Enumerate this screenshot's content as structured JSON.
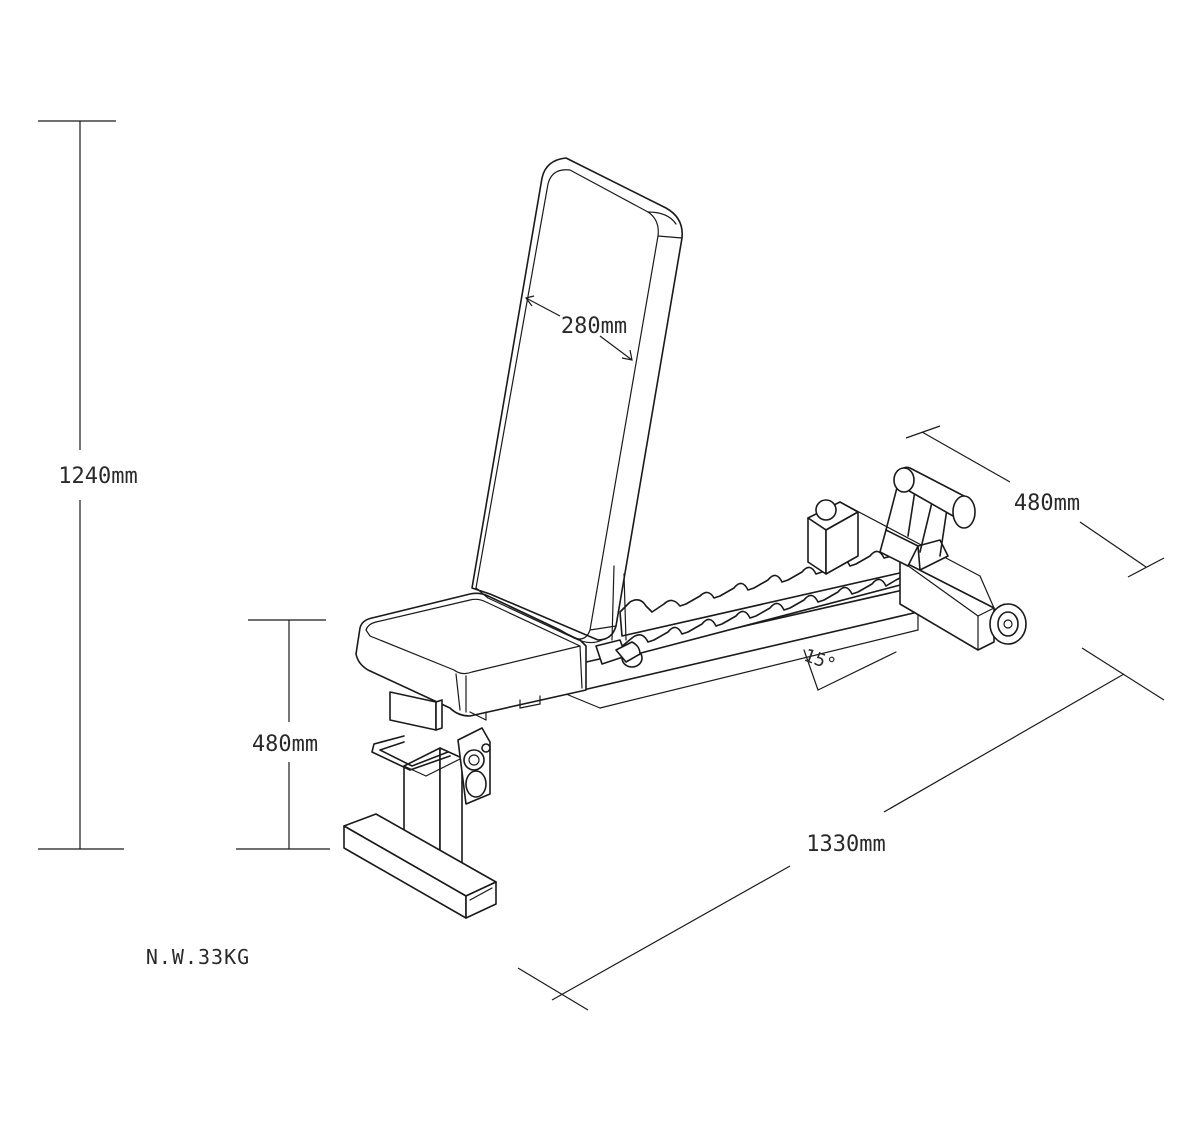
{
  "dimensions": {
    "total_height": "1240mm",
    "seat_height": "480mm",
    "back_pad_width": "280mm",
    "frame_width": "480mm",
    "total_length": "1330mm",
    "angle": "15°"
  },
  "net_weight": "N.W.33KG"
}
